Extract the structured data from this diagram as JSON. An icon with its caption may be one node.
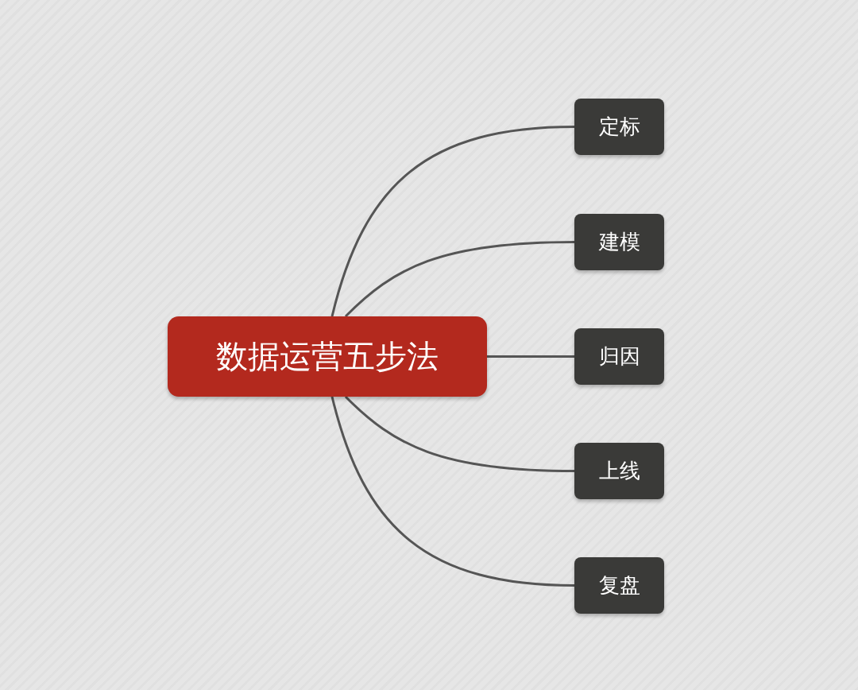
{
  "diagram": {
    "nodes": [
      {
        "text": [
          "数据运营五步法"
        ]
      },
      {
        "text": [
          "定标"
        ]
      },
      {
        "text": [
          "建模"
        ]
      },
      {
        "text": [
          "归因"
        ]
      },
      {
        "text": [
          "上线"
        ]
      },
      {
        "text": [
          "复盘"
        ]
      }
    ],
    "edges": [
      {
        "from": 0,
        "to": 1,
        "arrow": "none"
      },
      {
        "from": 0,
        "to": 2,
        "arrow": "none"
      },
      {
        "from": 0,
        "to": 3,
        "arrow": "none"
      },
      {
        "from": 0,
        "to": 4,
        "arrow": "none"
      },
      {
        "from": 0,
        "to": 5,
        "arrow": "none"
      }
    ]
  }
}
